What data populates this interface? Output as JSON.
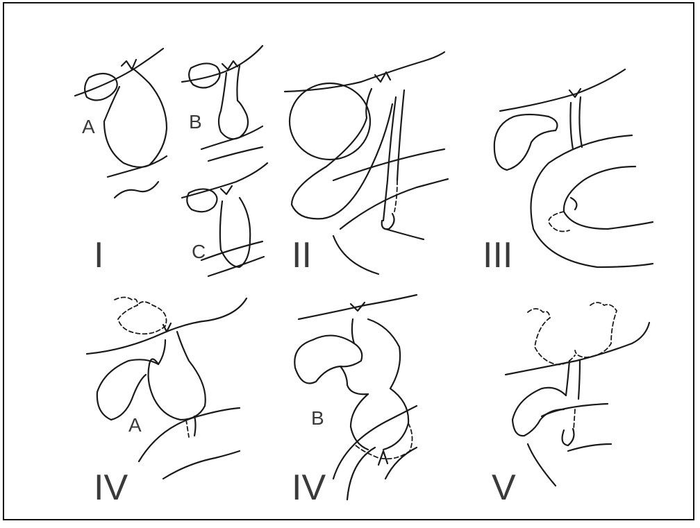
{
  "labels": {
    "I": "I",
    "II": "II",
    "III": "III",
    "IV_A": "IV",
    "IV_B": "IV",
    "V": "V",
    "sub_IA": "A",
    "sub_IB": "B",
    "sub_IC": "C",
    "sub_IVA": "A",
    "sub_IVB": "B"
  }
}
